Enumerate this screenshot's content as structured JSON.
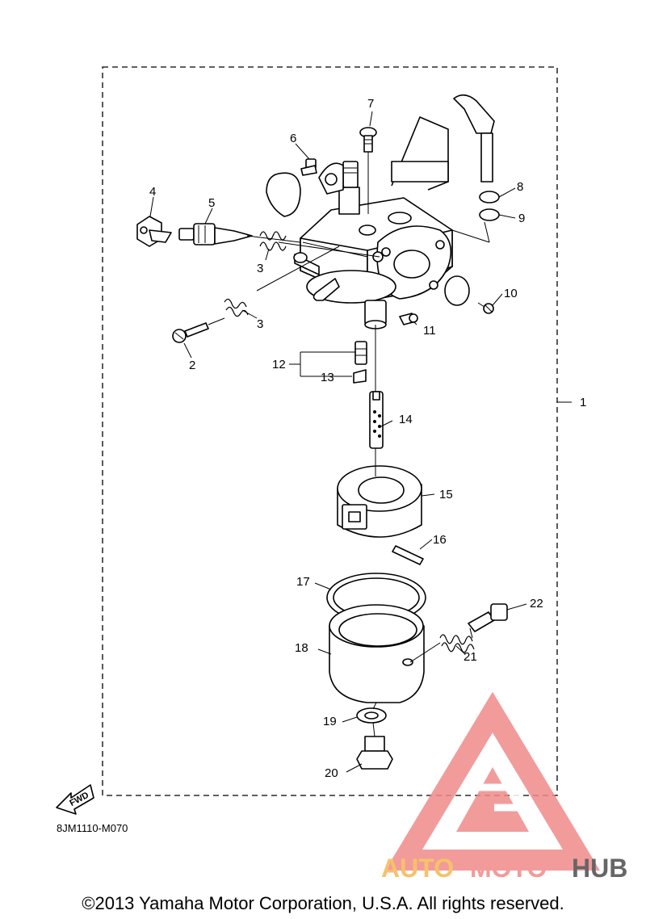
{
  "diagram": {
    "part_callouts": [
      "1",
      "2",
      "3",
      "3",
      "4",
      "5",
      "6",
      "7",
      "8",
      "9",
      "10",
      "11",
      "12",
      "13",
      "14",
      "15",
      "16",
      "17",
      "18",
      "19",
      "20",
      "21",
      "22"
    ],
    "fwd_label": "FWD",
    "reference_code": "8JM1110-M070"
  },
  "watermark": {
    "text_part1": "AUTO",
    "text_part2": "MOTO",
    "text_part3": "HUB",
    "colors": {
      "logo": "#f08a8a",
      "auto": "#f6c26a",
      "moto": "#f39a9a",
      "hub": "#666666"
    }
  },
  "footer": {
    "copyright": "©2013 Yamaha Motor Corporation, U.S.A. All rights reserved."
  }
}
